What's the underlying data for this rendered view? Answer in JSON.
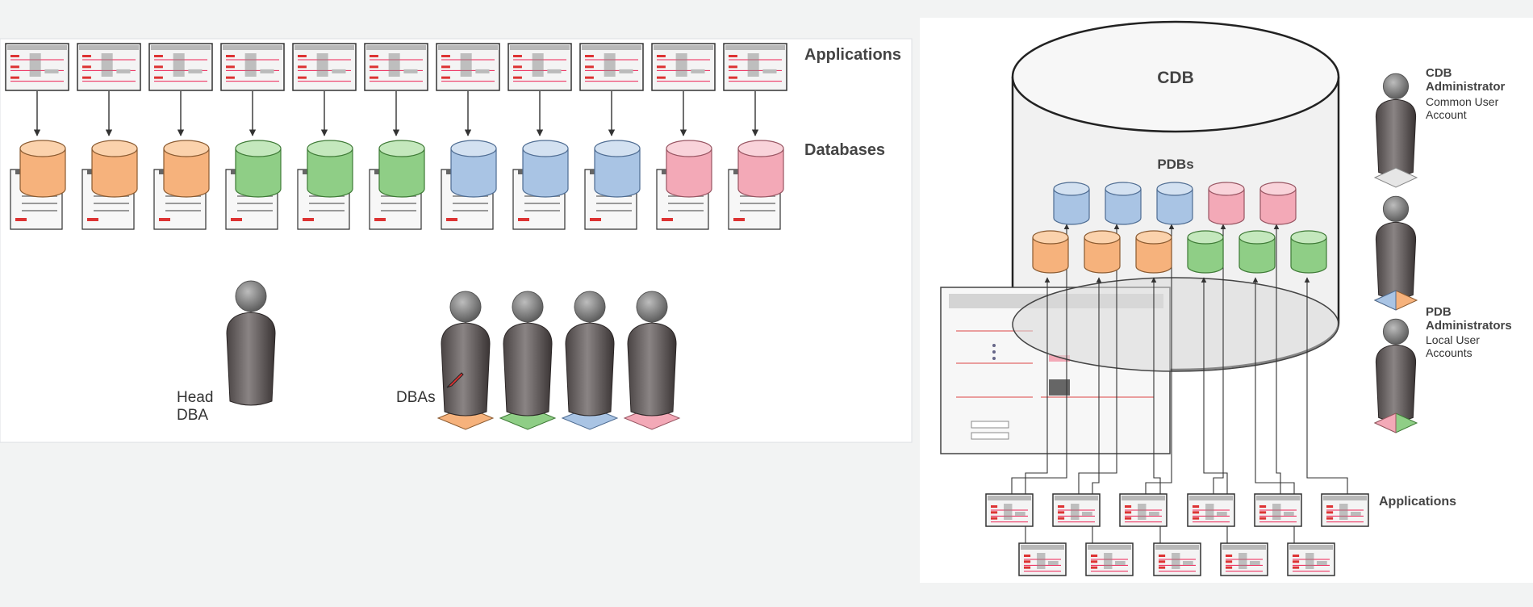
{
  "left": {
    "applications_label": "Applications",
    "databases_label": "Databases",
    "db_colors": [
      "orange",
      "orange",
      "orange",
      "green",
      "green",
      "green",
      "blue",
      "blue",
      "blue",
      "pink",
      "pink"
    ],
    "head_dba_label": [
      "Head",
      "DBA"
    ],
    "dbas_label": "DBAs",
    "dba_base_colors": [
      "orange",
      "green",
      "blue",
      "pink"
    ]
  },
  "right": {
    "cdb_label": "CDB",
    "pdbs_label": "PDBs",
    "pdb_top_colors": [
      "blue",
      "blue",
      "blue",
      "pink",
      "pink"
    ],
    "pdb_bottom_colors": [
      "orange",
      "orange",
      "orange",
      "green",
      "green",
      "green"
    ],
    "applications_label": "Applications",
    "cdb_admin": {
      "title": "CDB Administrator",
      "subtitle": [
        "Common User",
        "Account"
      ]
    },
    "pdb_admin": {
      "title": "PDB Administrators",
      "subtitle": [
        "Local User",
        "Accounts"
      ]
    }
  },
  "colors": {
    "orange": {
      "fill": "#f6b27c",
      "top": "#fbd2ac",
      "stroke": "#8a5a30"
    },
    "green": {
      "fill": "#8fce86",
      "top": "#c4e8bd",
      "stroke": "#3e7a36"
    },
    "blue": {
      "fill": "#a9c4e4",
      "top": "#d3e1f1",
      "stroke": "#4e6c92"
    },
    "pink": {
      "fill": "#f3a9b7",
      "top": "#f9d3da",
      "stroke": "#985562"
    }
  }
}
